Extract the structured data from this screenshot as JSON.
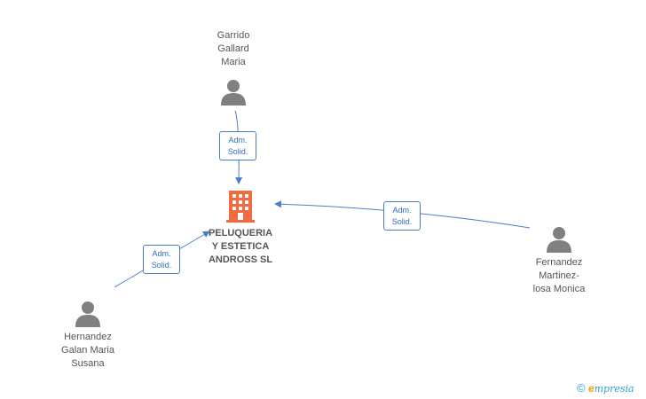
{
  "company": {
    "name_lines": [
      "PELUQUERIA",
      "Y ESTETICA",
      "ANDROSS SL"
    ]
  },
  "persons": [
    {
      "id": "garrido",
      "name_lines": [
        "Garrido",
        "Gallard",
        "Maria"
      ]
    },
    {
      "id": "fernandez",
      "name_lines": [
        "Fernandez",
        "Martinez-",
        "losa Monica"
      ]
    },
    {
      "id": "hernandez",
      "name_lines": [
        "Hernandez",
        "Galan Maria",
        "Susana"
      ]
    }
  ],
  "relations": [
    {
      "from": "garrido",
      "label_lines": [
        "Adm.",
        "Solid."
      ]
    },
    {
      "from": "fernandez",
      "label_lines": [
        "Adm.",
        "Solid."
      ]
    },
    {
      "from": "hernandez",
      "label_lines": [
        "Adm.",
        "Solid."
      ]
    }
  ],
  "footer": {
    "copyright": "©",
    "brand_e": "e",
    "brand_rest": "mpresia"
  },
  "colors": {
    "edge": "#4a7fc7",
    "company_icon": "#f26a3d",
    "person_icon": "#808080"
  }
}
